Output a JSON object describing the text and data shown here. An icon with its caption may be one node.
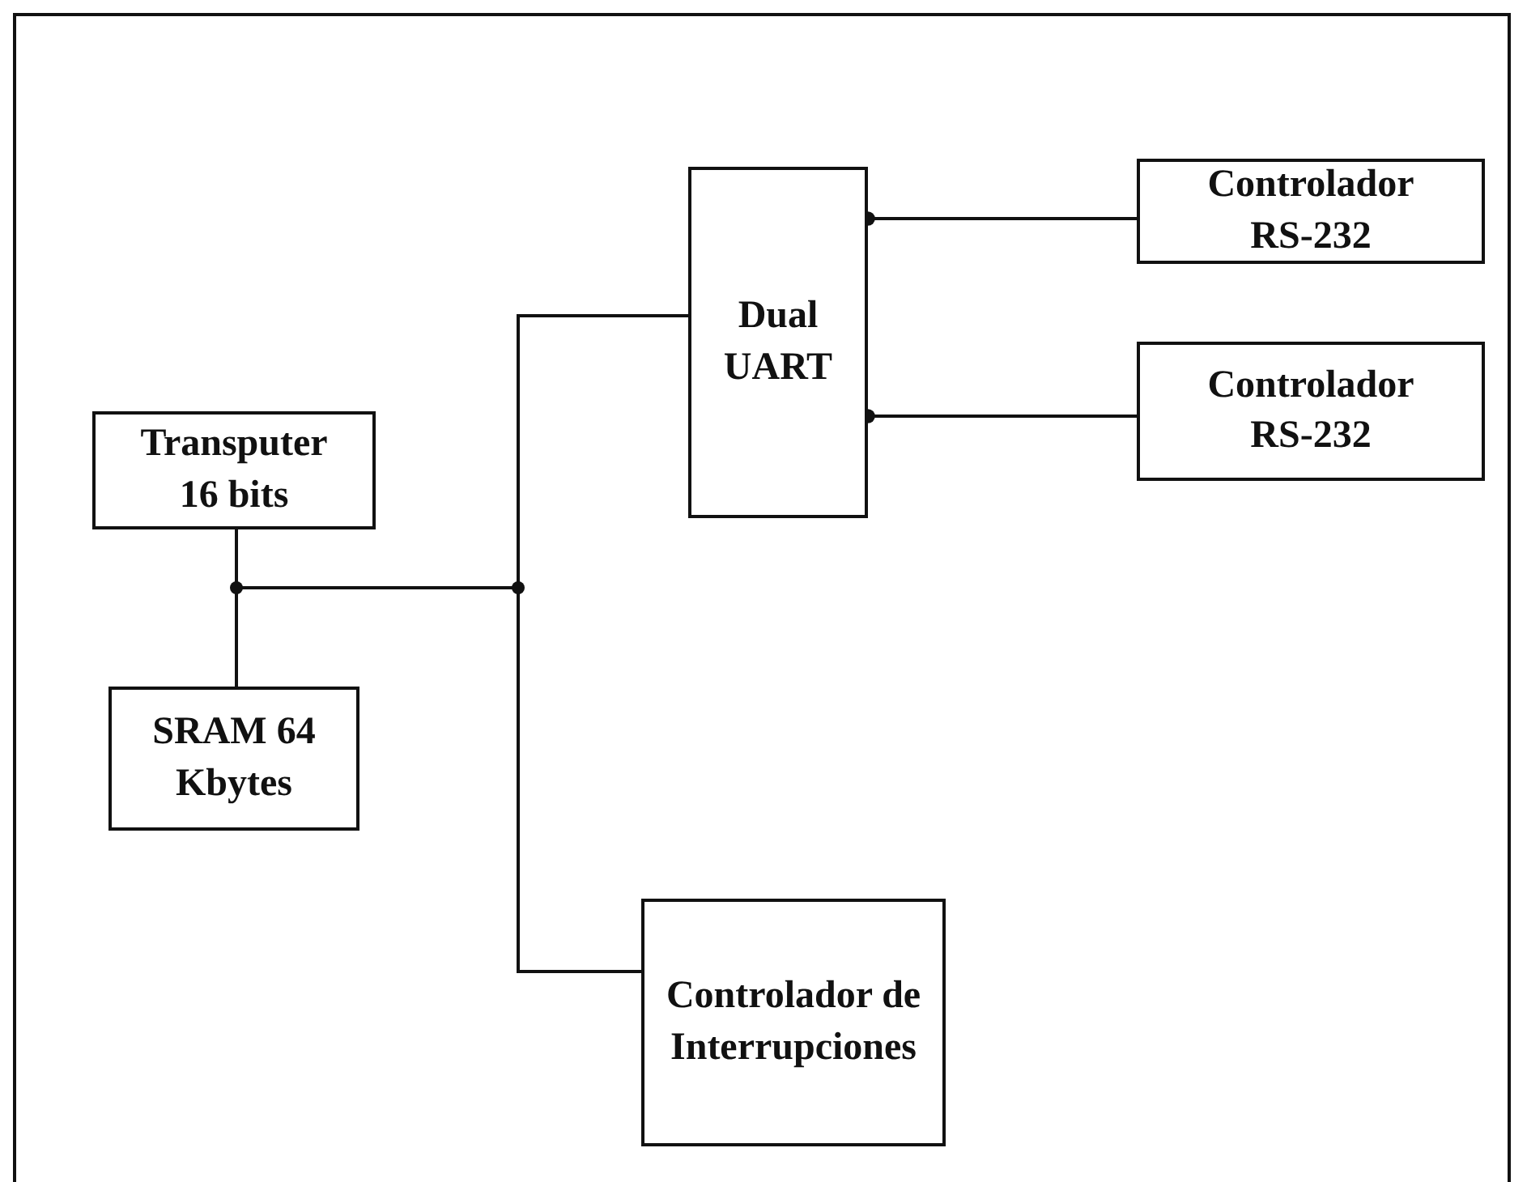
{
  "diagram": {
    "nodes": [
      {
        "text": [
          "Transputer 16 bits"
        ]
      },
      {
        "text": [
          "SRAM 64 Kbytes"
        ]
      },
      {
        "text": [
          "Dual UART"
        ]
      },
      {
        "text": [
          "Controlador RS-232"
        ]
      },
      {
        "text": [
          "Controlador RS-232"
        ]
      },
      {
        "text": [
          "Controlador de Interrupciones"
        ]
      }
    ],
    "edges": [
      {
        "from": 0,
        "to": 1,
        "arrow": "none"
      },
      {
        "from": 0,
        "to": 2,
        "arrow": "none"
      },
      {
        "from": 0,
        "to": 5,
        "arrow": "none"
      },
      {
        "from": 1,
        "to": 2,
        "arrow": "none"
      },
      {
        "from": 1,
        "to": 5,
        "arrow": "none"
      },
      {
        "from": 2,
        "to": 5,
        "arrow": "none"
      },
      {
        "from": 2,
        "to": 3,
        "arrow": "other"
      },
      {
        "from": 2,
        "to": 4,
        "arrow": "other"
      }
    ]
  }
}
